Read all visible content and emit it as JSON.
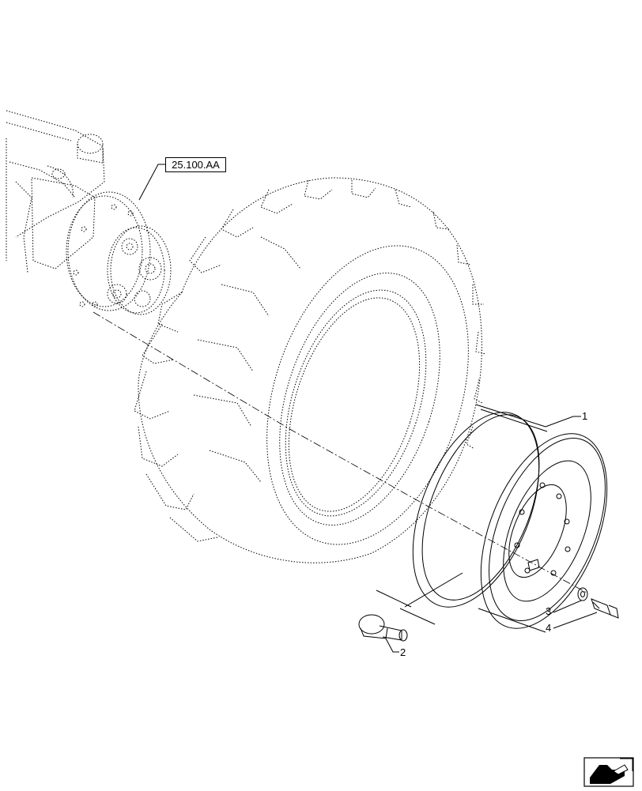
{
  "reference_label": "25.100.AA",
  "callouts": {
    "rim": "1",
    "valve": "2",
    "washer": "3",
    "bolt": "4"
  },
  "icons": {
    "navigation": "return-arrow-icon"
  }
}
